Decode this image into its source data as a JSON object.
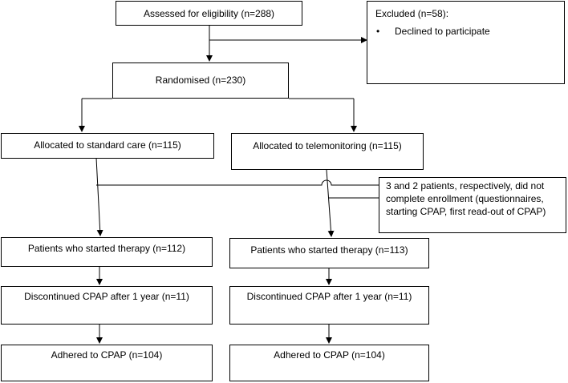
{
  "boxes": {
    "assessed": "Assessed for eligibility (n=288)",
    "excluded_title": "Excluded (n=58):",
    "excluded_bullet": "•",
    "excluded_item": "Declined to participate",
    "randomised": "Randomised (n=230)",
    "alloc_standard": "Allocated to standard care (n=115)",
    "alloc_tele": "Allocated to telemonitoring (n=115)",
    "enroll_note": [
      "3 and 2 patients, respectively, did not",
      "complete enrollment (questionnaires,",
      "starting CPAP, first read-out of CPAP)"
    ],
    "started_standard": "Patients who started therapy  (n=112)",
    "started_tele": "Patients who started therapy  (n=113)",
    "discontinued_standard": "Discontinued CPAP after 1 year (n=11)",
    "discontinued_tele": "Discontinued CPAP after 1 year (n=11)",
    "adhered_standard": "Adhered to CPAP (n=104)",
    "adhered_tele": "Adhered to CPAP (n=104)"
  }
}
